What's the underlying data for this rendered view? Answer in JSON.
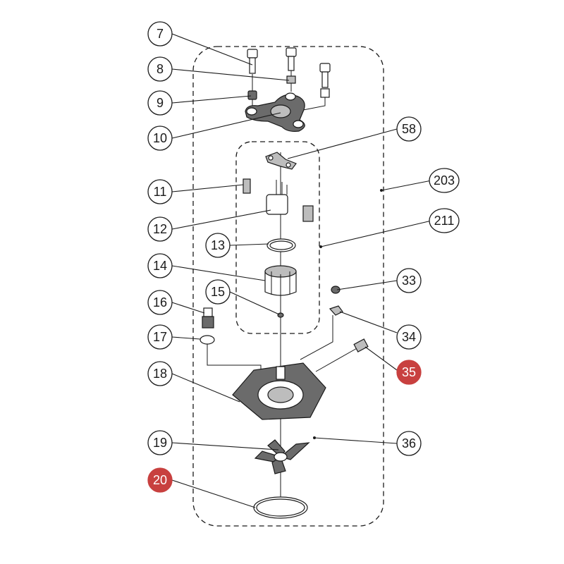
{
  "diagram": {
    "colors": {
      "line": "#1a1a1a",
      "callout_fill": "#ffffff",
      "highlight_fill": "#c8403f",
      "highlight_text": "#ffffff"
    },
    "callouts": [
      {
        "id": "c7",
        "label": "7",
        "highlighted": false
      },
      {
        "id": "c8",
        "label": "8",
        "highlighted": false
      },
      {
        "id": "c9",
        "label": "9",
        "highlighted": false
      },
      {
        "id": "c10",
        "label": "10",
        "highlighted": false
      },
      {
        "id": "c11",
        "label": "11",
        "highlighted": false
      },
      {
        "id": "c12",
        "label": "12",
        "highlighted": false
      },
      {
        "id": "c13",
        "label": "13",
        "highlighted": false
      },
      {
        "id": "c14",
        "label": "14",
        "highlighted": false
      },
      {
        "id": "c15",
        "label": "15",
        "highlighted": false
      },
      {
        "id": "c16",
        "label": "16",
        "highlighted": false
      },
      {
        "id": "c17",
        "label": "17",
        "highlighted": false
      },
      {
        "id": "c18",
        "label": "18",
        "highlighted": false
      },
      {
        "id": "c19",
        "label": "19",
        "highlighted": false
      },
      {
        "id": "c20",
        "label": "20",
        "highlighted": true
      },
      {
        "id": "c58",
        "label": "58",
        "highlighted": false
      },
      {
        "id": "c203",
        "label": "203",
        "highlighted": false
      },
      {
        "id": "c211",
        "label": "211",
        "highlighted": false
      },
      {
        "id": "c33",
        "label": "33",
        "highlighted": false
      },
      {
        "id": "c34",
        "label": "34",
        "highlighted": false
      },
      {
        "id": "c35",
        "label": "35",
        "highlighted": true
      },
      {
        "id": "c36",
        "label": "36",
        "highlighted": false
      }
    ]
  }
}
